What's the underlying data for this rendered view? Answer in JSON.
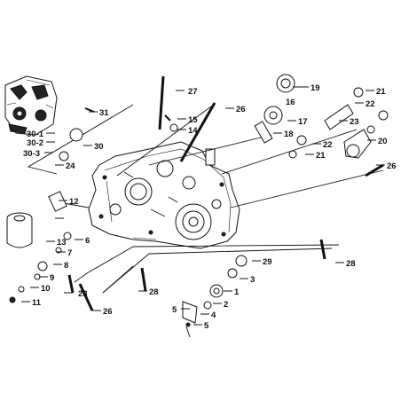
{
  "labels": {
    "l1": "1",
    "l2": "2",
    "l3": "3",
    "l4": "4",
    "l5a": "5",
    "l5b": "5",
    "l6": "6",
    "l7": "7",
    "l8": "8",
    "l9": "9",
    "l10": "10",
    "l11": "11",
    "l12": "12",
    "l13": "13",
    "l14": "14",
    "l15": "15",
    "l16": "16",
    "l17": "17",
    "l18": "18",
    "l19": "19",
    "l20": "20",
    "l21a": "21",
    "l21b": "21",
    "l22a": "22",
    "l22b": "22",
    "l23": "23",
    "l24": "24",
    "l26a": "26",
    "l26b": "26",
    "l26c": "26",
    "l27": "27",
    "l28a": "28",
    "l28b": "28",
    "l28c": "28",
    "l29": "29",
    "l30": "30",
    "l30_1": "30-1",
    "l30_2": "30-2",
    "l30_3": "30-3",
    "l31": "31"
  }
}
